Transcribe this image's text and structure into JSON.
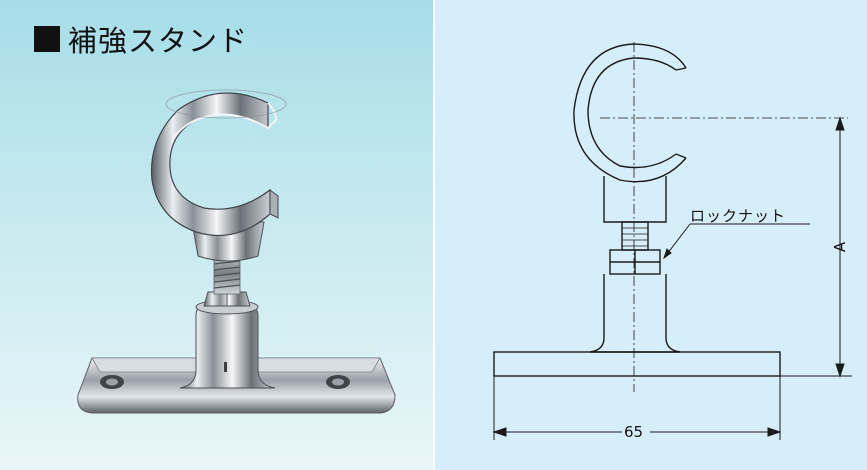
{
  "title": "補強スタンド",
  "drawing": {
    "callout_label": "ロックナット",
    "dimension_height_label": "A",
    "dimension_width_label": "65"
  },
  "colors": {
    "photo_background": "#b3e1ea",
    "drawing_background": "#d6eef9",
    "line": "#1a1a1a"
  }
}
